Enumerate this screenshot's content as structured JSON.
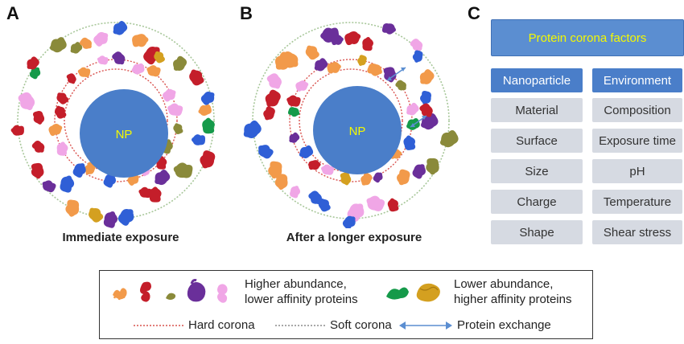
{
  "panels": {
    "a": {
      "letter": "A",
      "caption": "Immediate exposure",
      "core_label": "NP"
    },
    "b": {
      "letter": "B",
      "caption": "After a longer exposure",
      "core_label": "NP"
    },
    "c": {
      "letter": "C"
    }
  },
  "factors": {
    "title": "Protein corona factors",
    "nanoparticle": {
      "header": "Nanoparticle",
      "items": [
        "Material",
        "Surface",
        "Size",
        "Charge",
        "Shape"
      ]
    },
    "environment": {
      "header": "Environment",
      "items": [
        "Composition",
        "Exposure time",
        "pH",
        "Temperature",
        "Shear stress"
      ]
    }
  },
  "legend": {
    "higher_line1": "Higher abundance,",
    "higher_line2": "lower affinity proteins",
    "lower_line1": "Lower abundance,",
    "lower_line2": "higher affinity proteins",
    "hard_corona": "Hard corona",
    "soft_corona": "Soft corona",
    "exchange": "Protein exchange"
  },
  "colors": {
    "np_core": "#4a7ec9",
    "core_label": "#f4f900",
    "hard_corona_line": "#d9534f",
    "soft_corona_line": "#a8c79a",
    "exchange_arrow": "#5b8ed1",
    "protein_orange": "#f29a4a",
    "protein_red": "#c41e2a",
    "protein_olive": "#8a8a3a",
    "protein_purple": "#6a2f9a",
    "protein_pink": "#f0a6e6",
    "protein_blue": "#2f5fd6",
    "protein_green": "#159a4a",
    "protein_gold": "#d4a020"
  }
}
